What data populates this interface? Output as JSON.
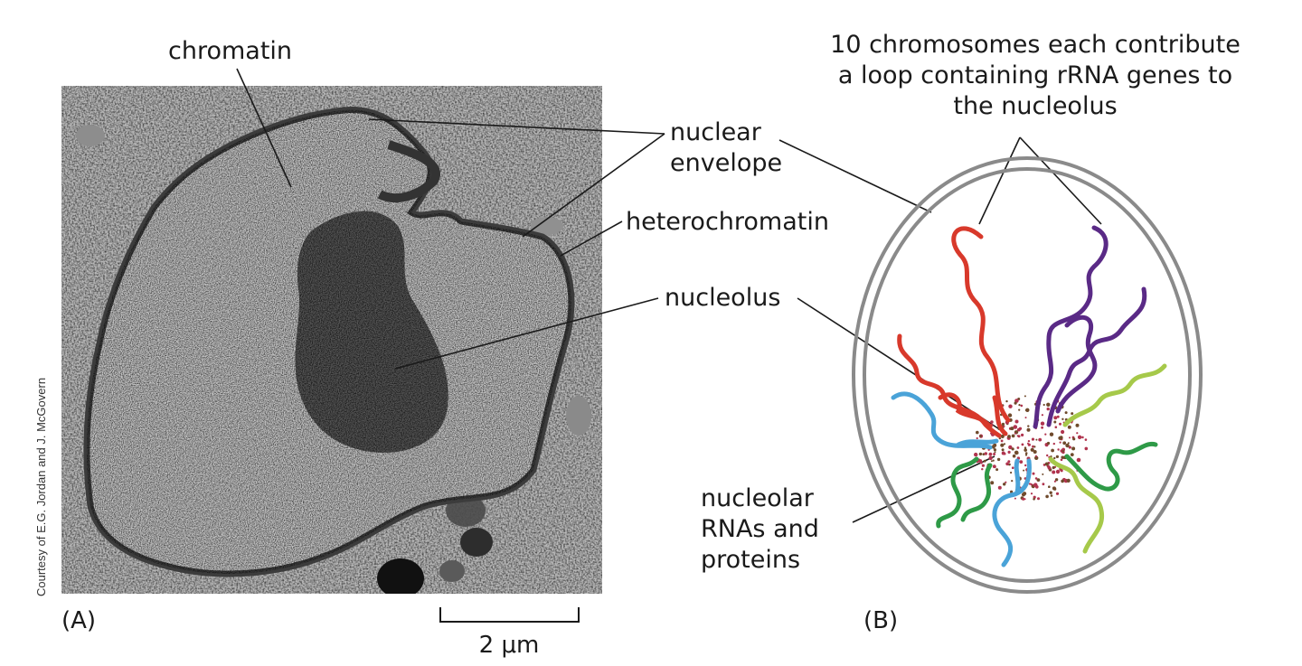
{
  "panel_a": {
    "panel_label": "(A)",
    "credit": "Courtesy of E.G. Jordan and J. McGovern",
    "scale_bar_label": "2 μm"
  },
  "panel_b": {
    "panel_label": "(B)",
    "title_lines": [
      "10 chromosomes each contribute",
      "a loop containing rRNA genes to",
      "the nucleolus"
    ],
    "nucleolar_label_lines": [
      "nucleolar",
      "RNAs and",
      "proteins"
    ]
  },
  "labels": {
    "chromatin": "chromatin",
    "nuclear_envelope_lines": [
      "nuclear",
      "envelope"
    ],
    "heterochromatin": "heterochromatin",
    "nucleolus": "nucleolus"
  },
  "colors": {
    "loop_red": "#d8392b",
    "loop_purple": "#5a2a86",
    "loop_blue": "#4aa3d8",
    "loop_green": "#2e9a47",
    "loop_lightgreen": "#a6c94a",
    "envelope_gray": "#8a8a8a"
  }
}
